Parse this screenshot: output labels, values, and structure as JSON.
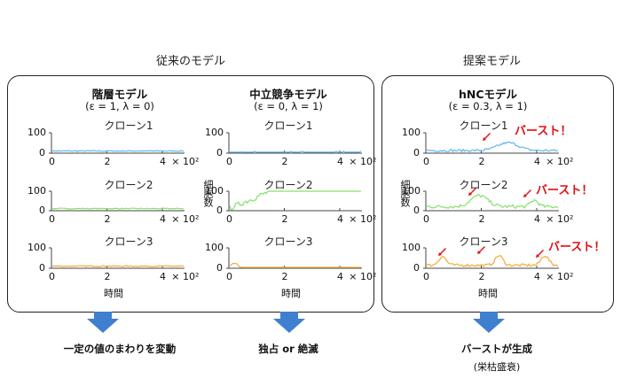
{
  "headers": {
    "conventional": "従来のモデル",
    "proposed": "提案モデル"
  },
  "columns": [
    {
      "title": "階層モデル",
      "params": "(ε = 1, λ = 0)"
    },
    {
      "title": "中立競争モデル",
      "params": "(ε = 0, λ = 1)"
    },
    {
      "title": "hNCモデル",
      "params": "(ε = 0.3, λ = 1)"
    }
  ],
  "clones": [
    "クローン1",
    "クローン2",
    "クローン3"
  ],
  "axes": {
    "y_tick_top": "100",
    "y_tick_bottom": "0",
    "x_ticks": [
      "0",
      "2",
      "4"
    ],
    "x_scale": "× 10²",
    "ylabel": "細胞数",
    "xlabel": "時間"
  },
  "burst_label": "バースト！",
  "outcomes": [
    {
      "label": "一定の値のまわりを変動",
      "sub": ""
    },
    {
      "label": "独占 or 絶滅",
      "sub": ""
    },
    {
      "label": "バーストが生成",
      "sub": "(栄枯盛衰)"
    }
  ],
  "colors": {
    "clone1": "#5bb8ea",
    "clone2": "#86e06b",
    "clone3": "#f4a935",
    "arrow": "#3f7fd0",
    "burst": "#e01010"
  }
}
